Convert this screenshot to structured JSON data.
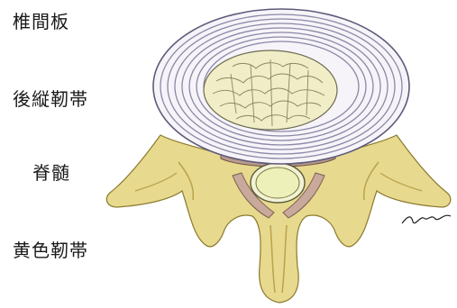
{
  "labels": {
    "intervertebral_disc": "椎間板",
    "posterior_longitudinal_ligament": "後縦靭帯",
    "spinal_cord": "脊髄",
    "ligamentum_flavum": "黄色靭帯"
  },
  "colors": {
    "disc_ring": "#8b87a8",
    "disc_fill": "#f6f4f8",
    "nucleus": "#f1edc6",
    "bone": "#e7d98e",
    "bone_shade": "#b9a24c",
    "ligament": "#c9a99b",
    "cord": "#eef0b9"
  }
}
